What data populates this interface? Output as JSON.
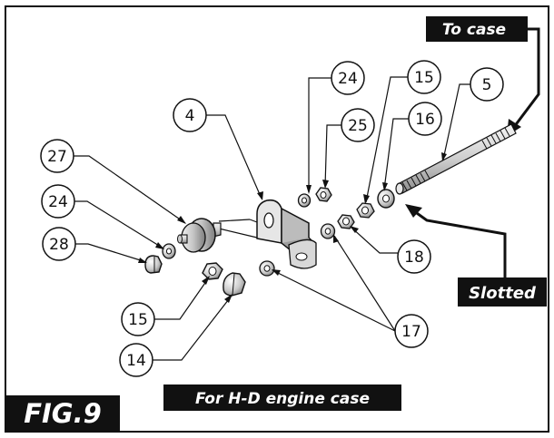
{
  "figure": {
    "label": "FIG.9",
    "caption": "For H-D engine case",
    "callout_to_case": "To case",
    "callout_slotted": "Slotted"
  },
  "part_numbers": {
    "p24_top": "24",
    "p25": "25",
    "p15_top": "15",
    "p5": "5",
    "p4": "4",
    "p16": "16",
    "p27": "27",
    "p24_left": "24",
    "p28": "28",
    "p18": "18",
    "p15_bottom": "15",
    "p17": "17",
    "p14": "14"
  }
}
